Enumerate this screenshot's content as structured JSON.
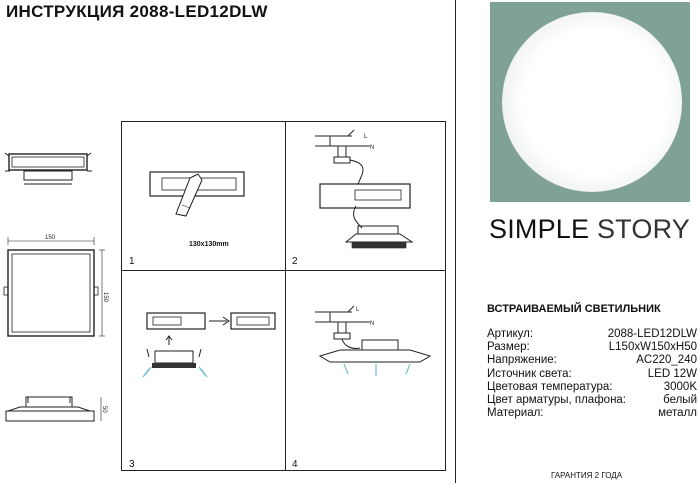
{
  "header": {
    "title": "ИНСТРУКЦИЯ 2088-LED12DLW"
  },
  "brand": {
    "word1": "SIMPLE",
    "word2": "STORY"
  },
  "product": {
    "type": "ВСТРАИВАЕМЫЙ СВЕТИЛЬНИК"
  },
  "specs": [
    {
      "label": "Артикул:",
      "value": "2088-LED12DLW"
    },
    {
      "label": "Размер:",
      "value": "L150xW150xH50"
    },
    {
      "label": "Напряжение:",
      "value": "AC220_240"
    },
    {
      "label": "Источник света:",
      "value": "LED 12W"
    },
    {
      "label": "Цветовая температура:",
      "value": "3000K"
    },
    {
      "label": "Цвет арматуры, плафона:",
      "value": "белый"
    },
    {
      "label": "Материал:",
      "value": "металл"
    }
  ],
  "footer": {
    "warranty": "ГАРАНТИЯ 2 ГОДА"
  },
  "drawing": {
    "width_label": "150",
    "height_label": "150",
    "depth_label": "50",
    "cutout_label": "130x130mm",
    "wire_l": "L",
    "wire_n": "N"
  },
  "steps": [
    "1",
    "2",
    "3",
    "4"
  ],
  "colors": {
    "photo_background": "#7fa196",
    "lines": "#222222"
  }
}
